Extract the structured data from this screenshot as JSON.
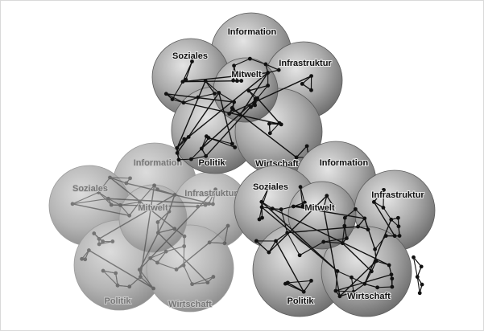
{
  "colors": {
    "background": "#ffffff",
    "sphere_light": "#e6e6e6",
    "sphere_dark": "#6c6c6c",
    "network": "#111111"
  },
  "clusters": [
    {
      "id": "top",
      "faded": false,
      "labels": {
        "society": "Soziales",
        "information": "Information",
        "world": "Mitwelt",
        "infrastructure": "Infrastruktur",
        "politics": "Politik",
        "economy": "Wirtschaft"
      }
    },
    {
      "id": "bottom-left",
      "faded": true,
      "labels": {
        "society": "Soziales",
        "information": "Information",
        "world": "Mitwelt",
        "infrastructure": "Infrastruktur",
        "politics": "Politik",
        "economy": "Wirtschaft"
      }
    },
    {
      "id": "bottom-right",
      "faded": false,
      "labels": {
        "society": "Soziales",
        "information": "Information",
        "world": "Mitwelt",
        "infrastructure": "Infrastruktur",
        "politics": "Politik",
        "economy": "Wirtschaft"
      }
    }
  ]
}
